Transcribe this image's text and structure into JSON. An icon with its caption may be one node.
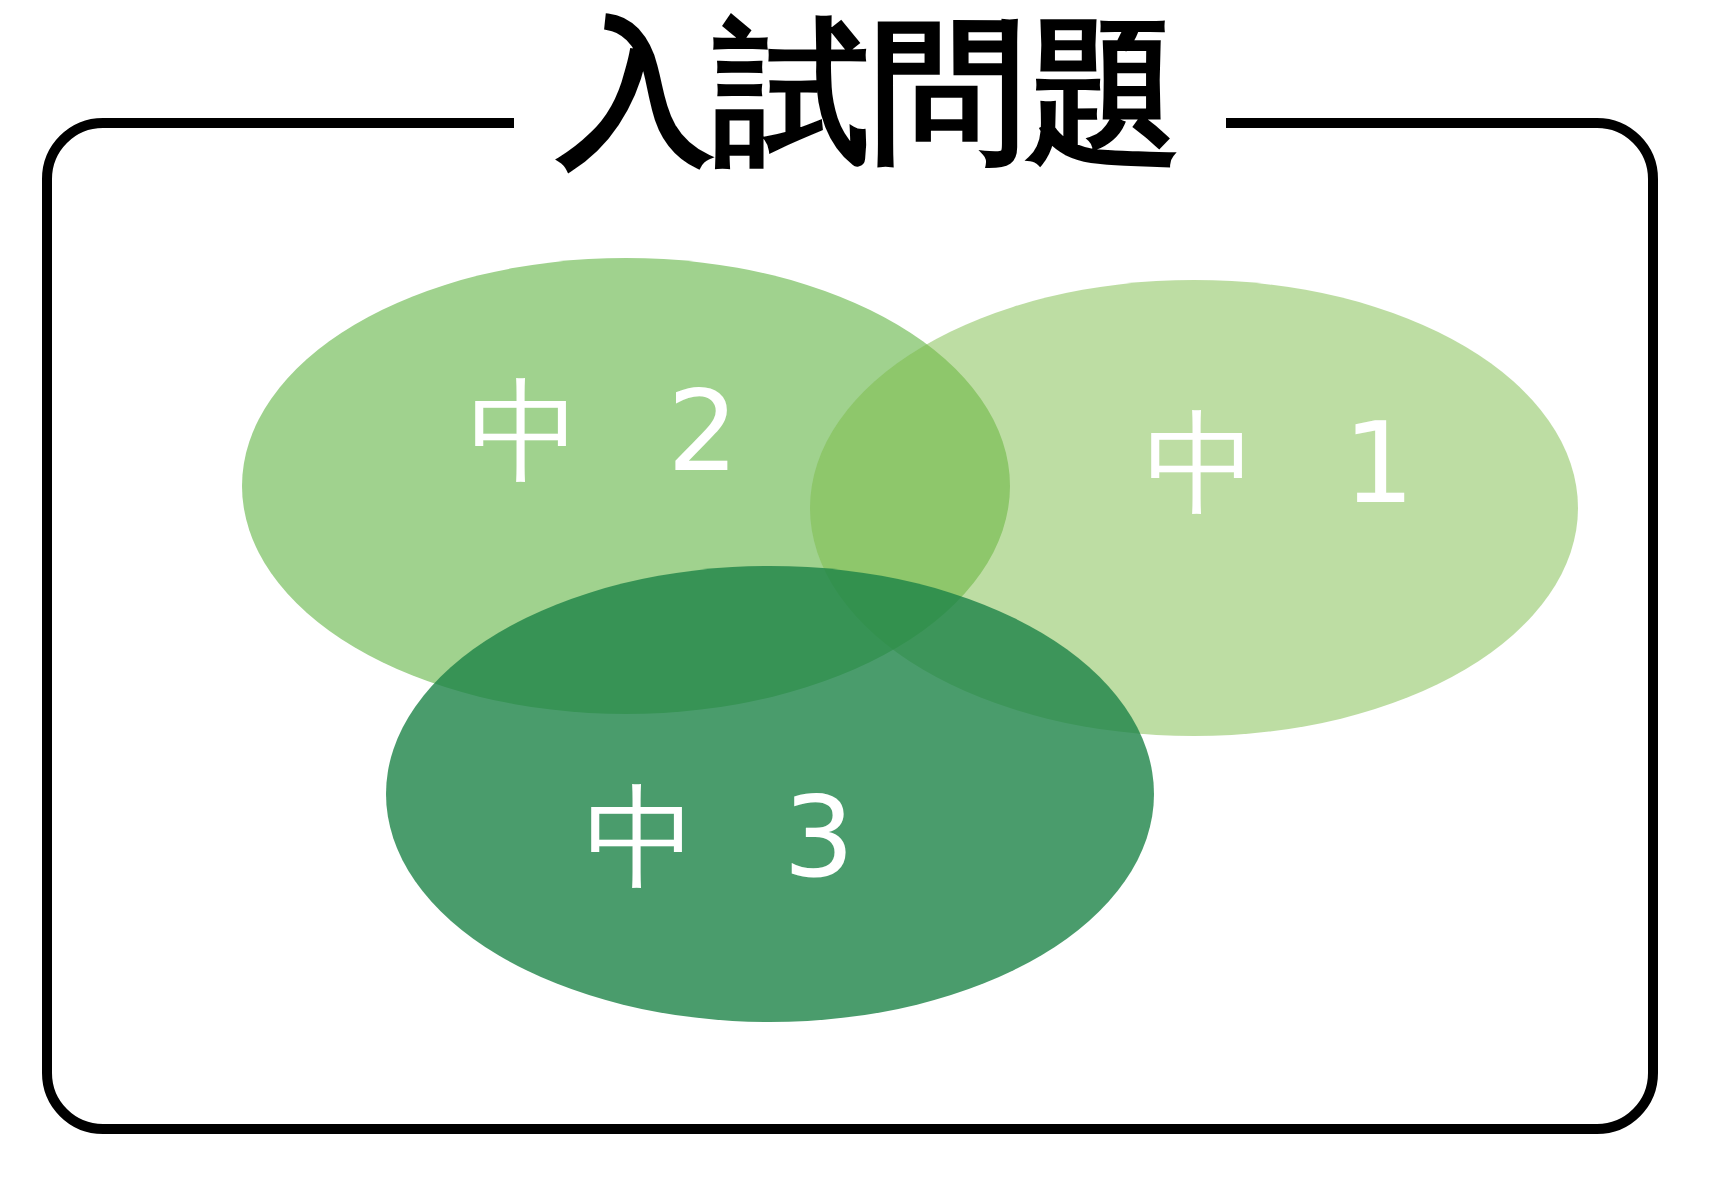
{
  "diagram": {
    "nodes": [
      {
        "text": [
          "入試問題"
        ]
      },
      {
        "text": [
          "中 2"
        ],
        "in": 0
      },
      {
        "text": [
          "中 1"
        ],
        "in": 0
      },
      {
        "text": [
          "中 3"
        ],
        "in": 0
      }
    ]
  }
}
